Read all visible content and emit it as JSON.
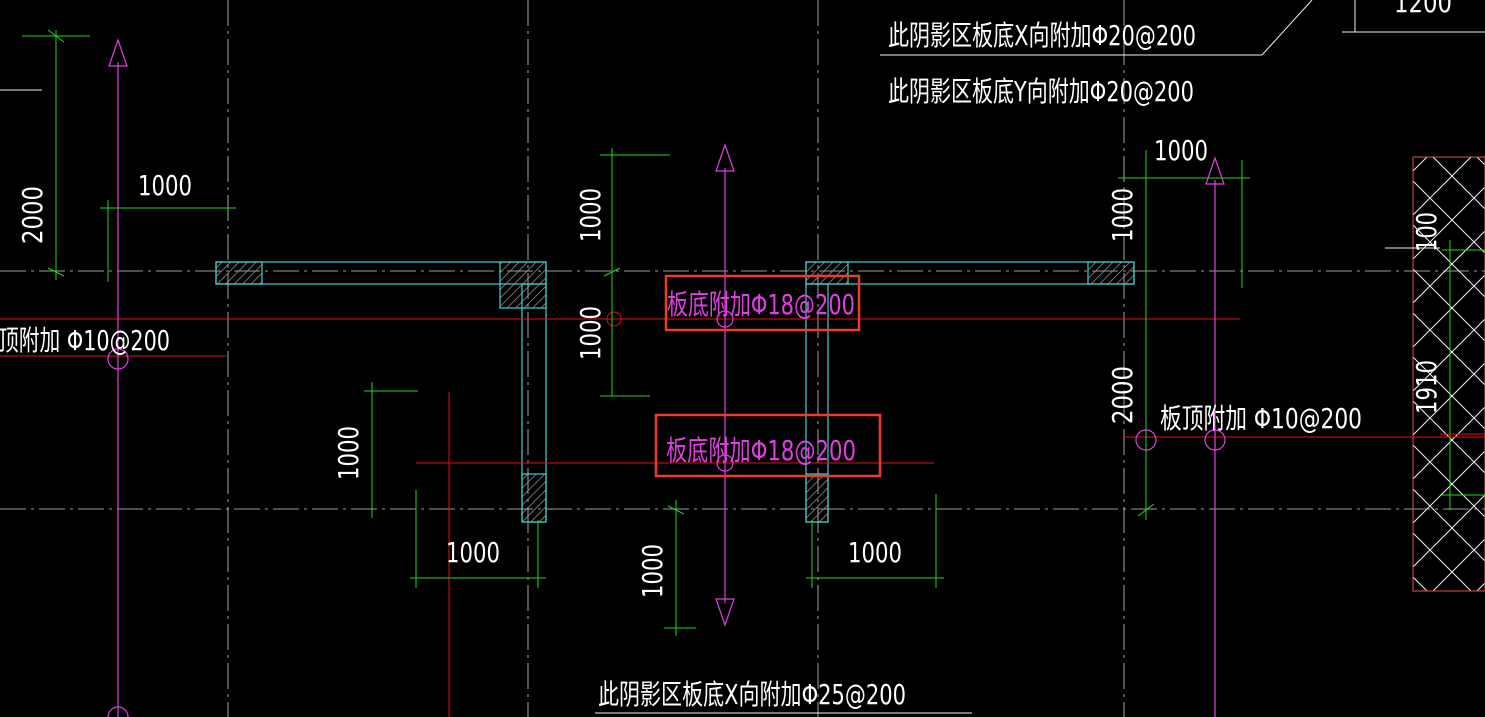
{
  "notes": {
    "top_x": "此阴影区板底X向附加Φ20@200",
    "top_y": "此阴影区板底Y向附加Φ20@200",
    "top_dim": "1200",
    "bottom_x": "此阴影区板底X向附加Φ25@200"
  },
  "rebar_labels": {
    "bottom_a": "板底附加Φ18@200",
    "bottom_b": "板底附加Φ18@200",
    "left_top": "顶附加 Φ10@200",
    "right_top": "板顶附加 Φ10@200"
  },
  "dims": {
    "d_2000_left": "2000",
    "d_1000_left_h": "1000",
    "d_1000_c1": "1000",
    "d_1000_c2": "1000",
    "d_1000_left_v": "1000",
    "d_1000_bot_l": "1000",
    "d_1000_bot_c": "1000",
    "d_1000_bot_r": "1000",
    "d_1000_right_h": "1000",
    "d_1000_right_v": "1000",
    "d_2000_right": "2000",
    "d_100_far": "100",
    "d_1910_far": "1910"
  },
  "colors": {
    "background": "#000000",
    "axis": "#cfcfcf",
    "dimension": "#22d622",
    "rebar_red": "#e01010",
    "magenta": "#e040e0",
    "wall": "#40d0d0",
    "highlight": "#f03a2a",
    "text": "#ffffff"
  }
}
